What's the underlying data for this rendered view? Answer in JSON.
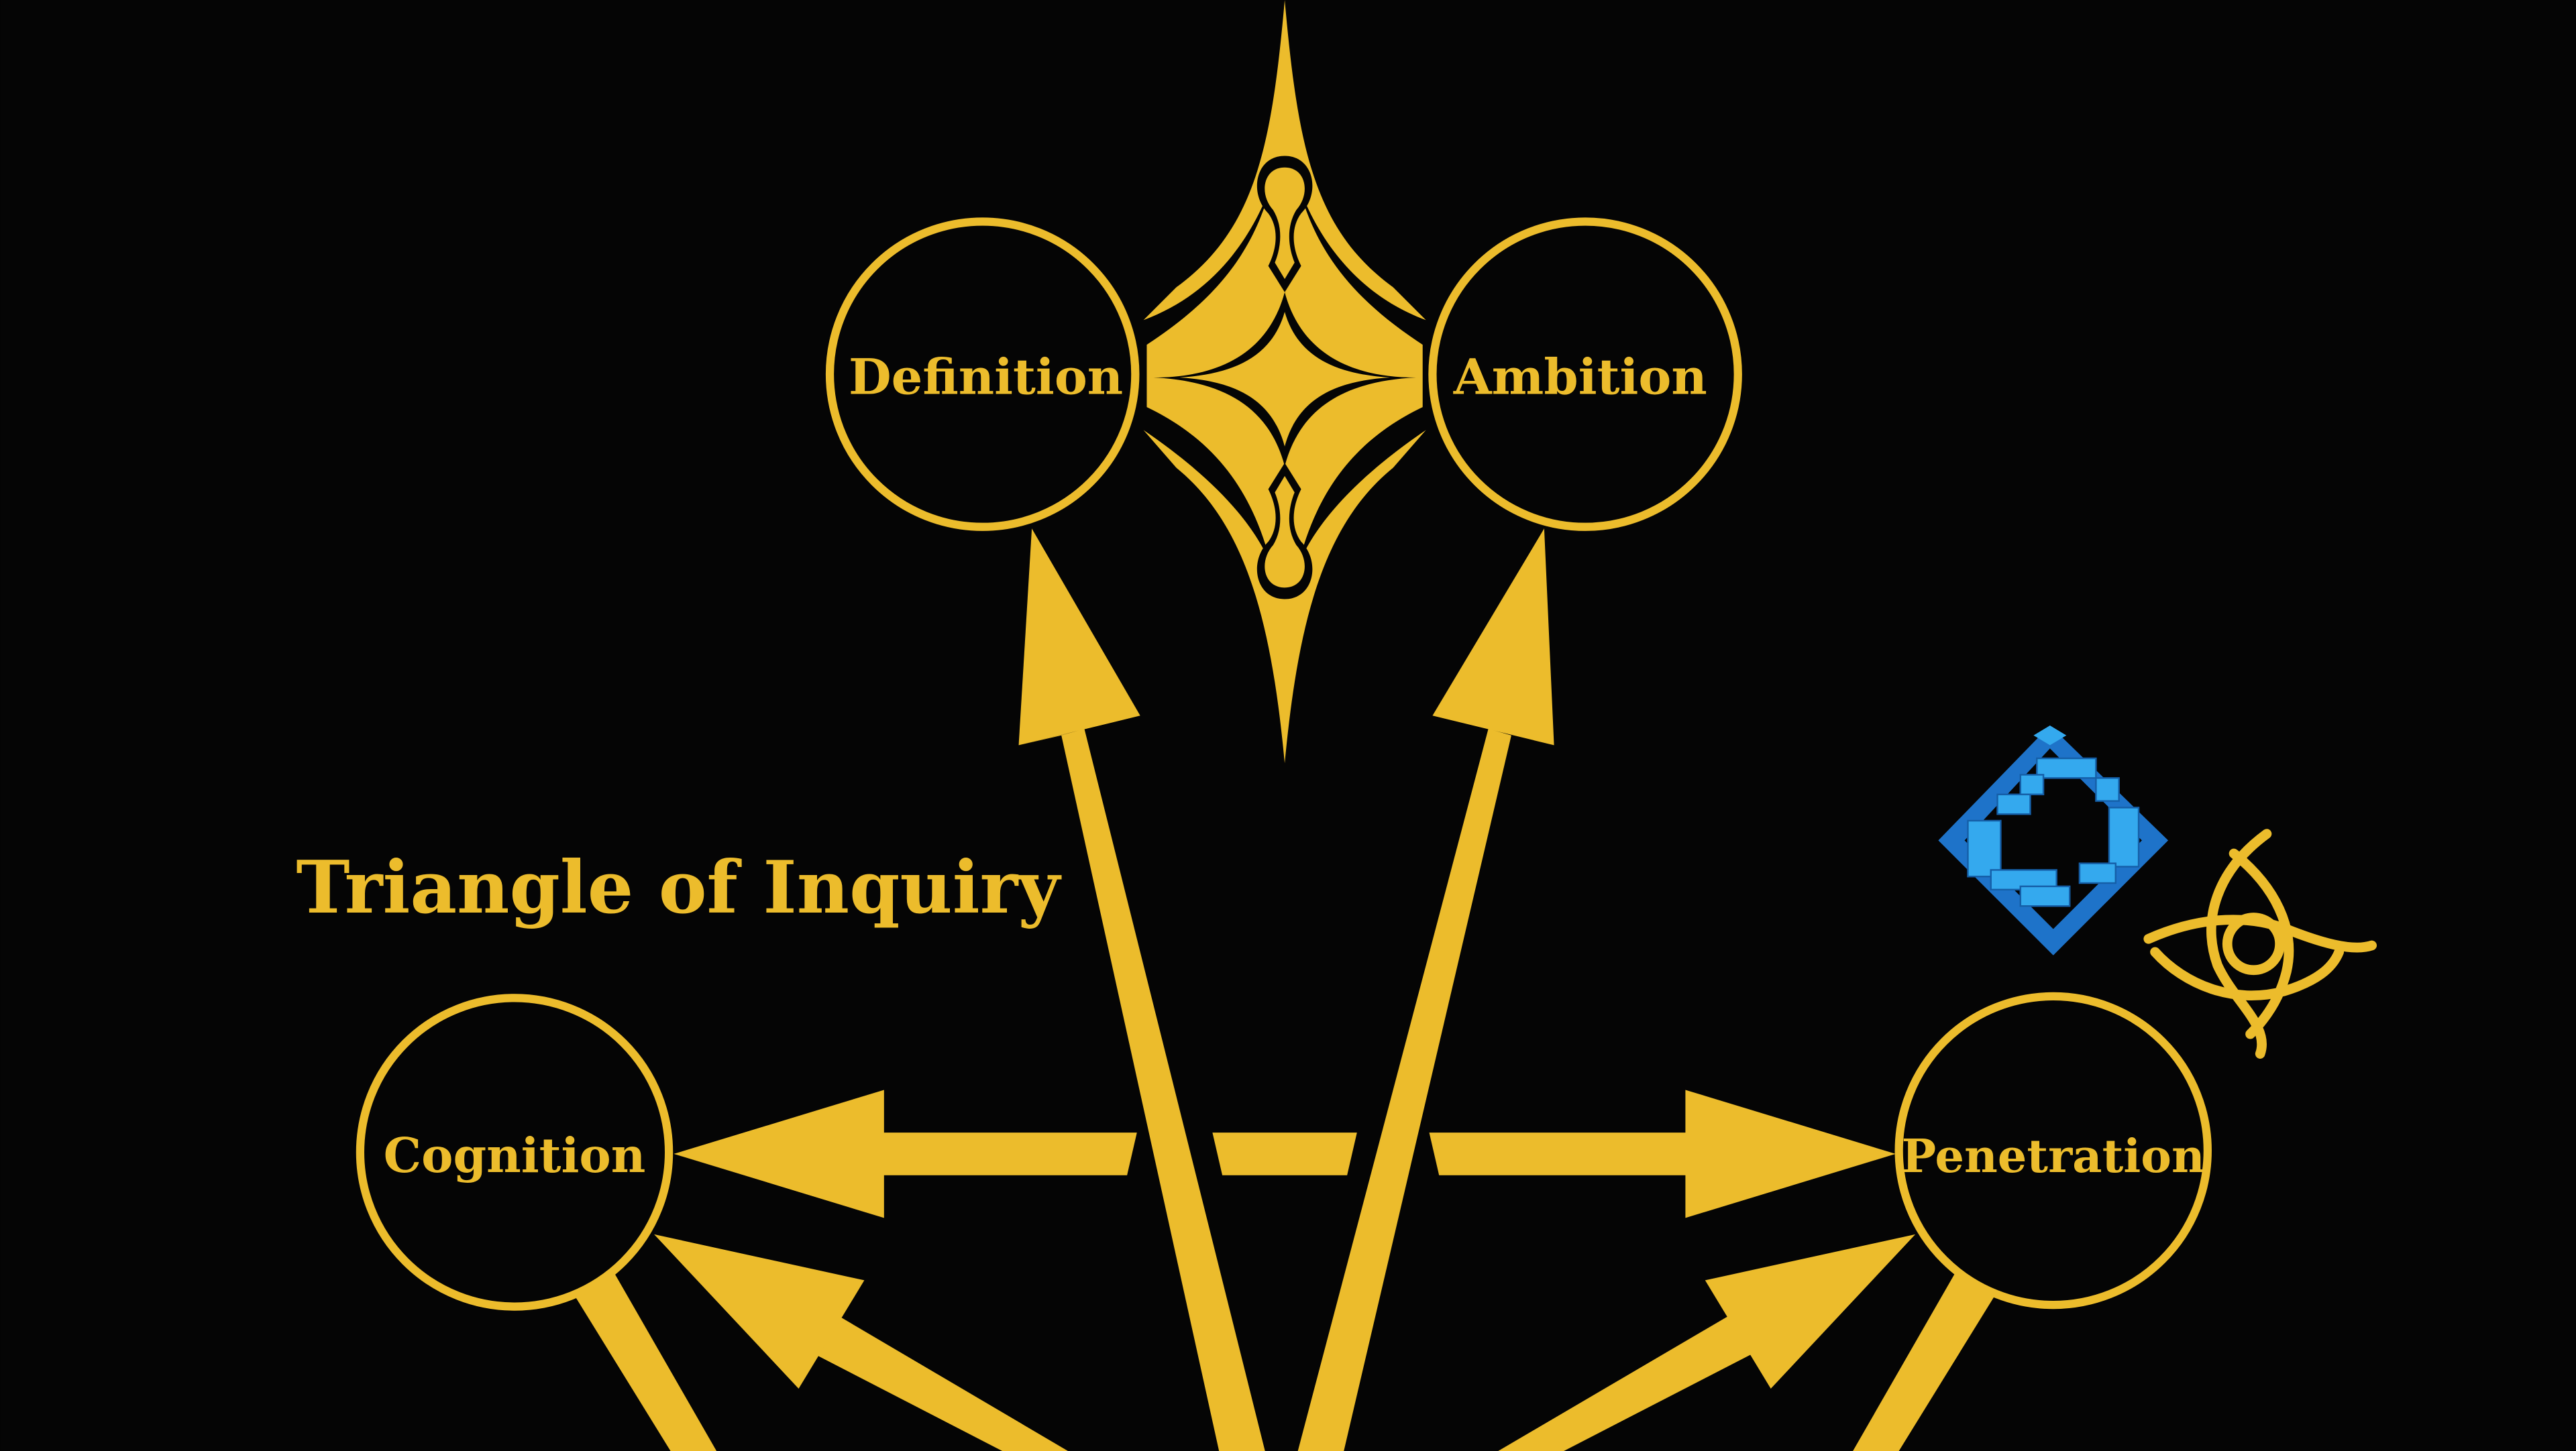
{
  "colors": {
    "background": "#050505",
    "gold": "#ECBC2C",
    "blue_light": "#34A9EE",
    "blue_dark": "#1E73C9"
  },
  "diagram": {
    "title": "Triangle of Inquiry",
    "nodes": {
      "definition": "Definition",
      "ambition": "Ambition",
      "cognition": "Cognition",
      "penetration": "Penetration"
    },
    "icons": {
      "blue_emblem": "blue-diamond-emblem-icon",
      "gold_emblem": "gold-crescent-emblem-icon",
      "center_ornament": "four-point-star-ornament-icon"
    }
  }
}
